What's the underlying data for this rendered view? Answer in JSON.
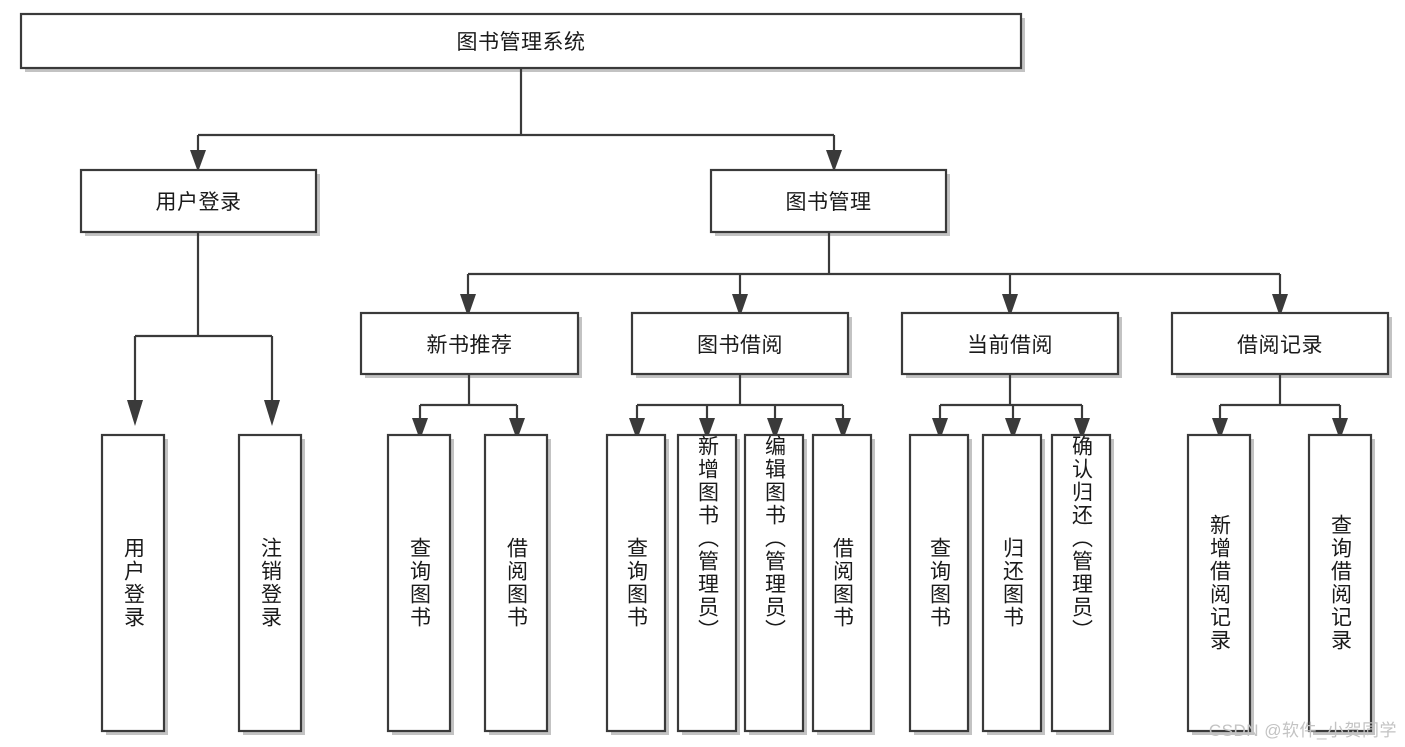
{
  "diagram": {
    "type": "tree-hierarchy-flowchart",
    "title": "图书管理系统",
    "orientation": "top-down",
    "watermark": "CSDN @软件_小贺同学",
    "colors": {
      "box_stroke": "#3a3a3a",
      "box_fill": "#ffffff",
      "connector": "#3a3a3a",
      "text": "#1a1a1a",
      "watermark": "#c3c3c3",
      "background": "#ffffff"
    },
    "root": {
      "label": "图书管理系统",
      "orientation": "horizontal"
    },
    "level2": [
      {
        "label": "用户登录",
        "orientation": "horizontal"
      },
      {
        "label": "图书管理",
        "orientation": "horizontal"
      }
    ],
    "level3": [
      {
        "label": "新书推荐",
        "orientation": "horizontal"
      },
      {
        "label": "图书借阅",
        "orientation": "horizontal"
      },
      {
        "label": "当前借阅",
        "orientation": "horizontal"
      },
      {
        "label": "借阅记录",
        "orientation": "horizontal"
      }
    ],
    "leaves": {
      "user_login": [
        {
          "label": "用户登录",
          "orientation": "vertical"
        },
        {
          "label": "注销登录",
          "orientation": "vertical"
        }
      ],
      "new_book_recommend": [
        {
          "label": "查询图书",
          "orientation": "vertical"
        },
        {
          "label": "借阅图书",
          "orientation": "vertical"
        }
      ],
      "book_borrow": [
        {
          "label": "查询图书",
          "orientation": "vertical"
        },
        {
          "label": "新增图书（管理员）",
          "orientation": "vertical"
        },
        {
          "label": "编辑图书（管理员）",
          "orientation": "vertical"
        },
        {
          "label": "借阅图书",
          "orientation": "vertical"
        }
      ],
      "current_borrow": [
        {
          "label": "查询图书",
          "orientation": "vertical"
        },
        {
          "label": "归还图书",
          "orientation": "vertical"
        },
        {
          "label": "确认归还（管理员）",
          "orientation": "vertical"
        }
      ],
      "borrow_record": [
        {
          "label": "新增借阅记录",
          "orientation": "vertical"
        },
        {
          "label": "查询借阅记录",
          "orientation": "vertical"
        }
      ]
    }
  }
}
